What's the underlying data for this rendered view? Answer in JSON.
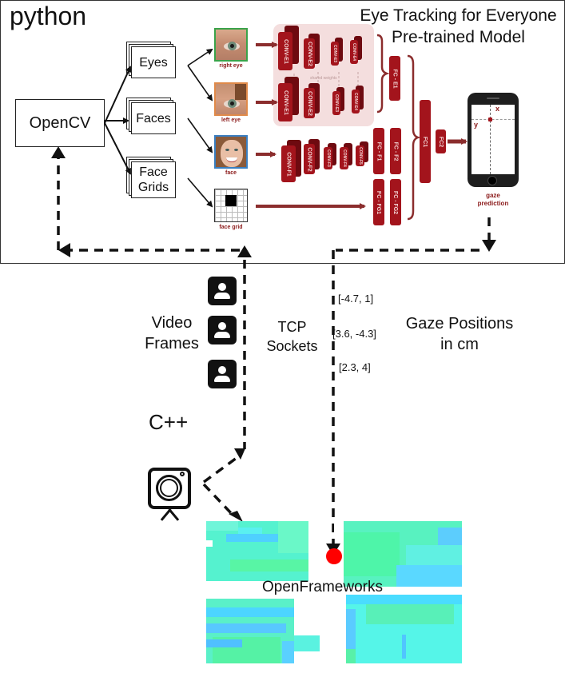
{
  "python_panel": {
    "title": "python",
    "model_title_line1": "Eye Tracking for Everyone",
    "model_title_line2": "Pre-trained Model",
    "opencv_label": "OpenCV",
    "stacks": [
      {
        "label": "Eyes"
      },
      {
        "label": "Faces"
      },
      {
        "label": "Face Grids"
      }
    ],
    "inputs": [
      {
        "caption": "right eye",
        "border_color": "#3aa34a"
      },
      {
        "caption": "left eye",
        "border_color": "#e08a4a"
      },
      {
        "caption": "face",
        "border_color": "#3a7fc1"
      },
      {
        "caption": "face grid",
        "border_color": "#333333"
      }
    ],
    "conv_layers": {
      "eye_top": [
        "CONV-E1",
        "CONV-E2",
        "CONV-E3",
        "CONV-E4"
      ],
      "eye_bottom": [
        "CONV-E1",
        "CONV-E2",
        "CONV-E3",
        "CONV-E4"
      ],
      "shared_label": "shared weights",
      "face": [
        "CONV-F1",
        "CONV-F2",
        "CONV-F3",
        "CONV-F4",
        "CONV-F5"
      ]
    },
    "fc_layers": {
      "fc_e1": "FC - E1",
      "fc_f1": "FC - F1",
      "fc_f2": "FC - F2",
      "fc_fg1": "FC - FG1",
      "fc_fg2": "FC - FG2",
      "fc1": "FC1",
      "fc2": "FC2"
    },
    "phone": {
      "x_label": "x",
      "y_label": "y",
      "caption_line1": "gaze",
      "caption_line2": "prediction"
    },
    "accent_color": "#a3141c"
  },
  "middle": {
    "video_frames_line1": "Video",
    "video_frames_line2": "Frames",
    "tcp_line1": "TCP",
    "tcp_line2": "Sockets",
    "gaze_line1": "Gaze Positions",
    "gaze_line2": "in cm",
    "coordinates": [
      "[-4.7, 1]",
      "[3.6, -4.3]",
      "[2.3, 4]"
    ]
  },
  "cpp_panel": {
    "title": "C++",
    "openframeworks_label": "OpenFrameworks",
    "gaze_dot_color": "#ff0000"
  }
}
